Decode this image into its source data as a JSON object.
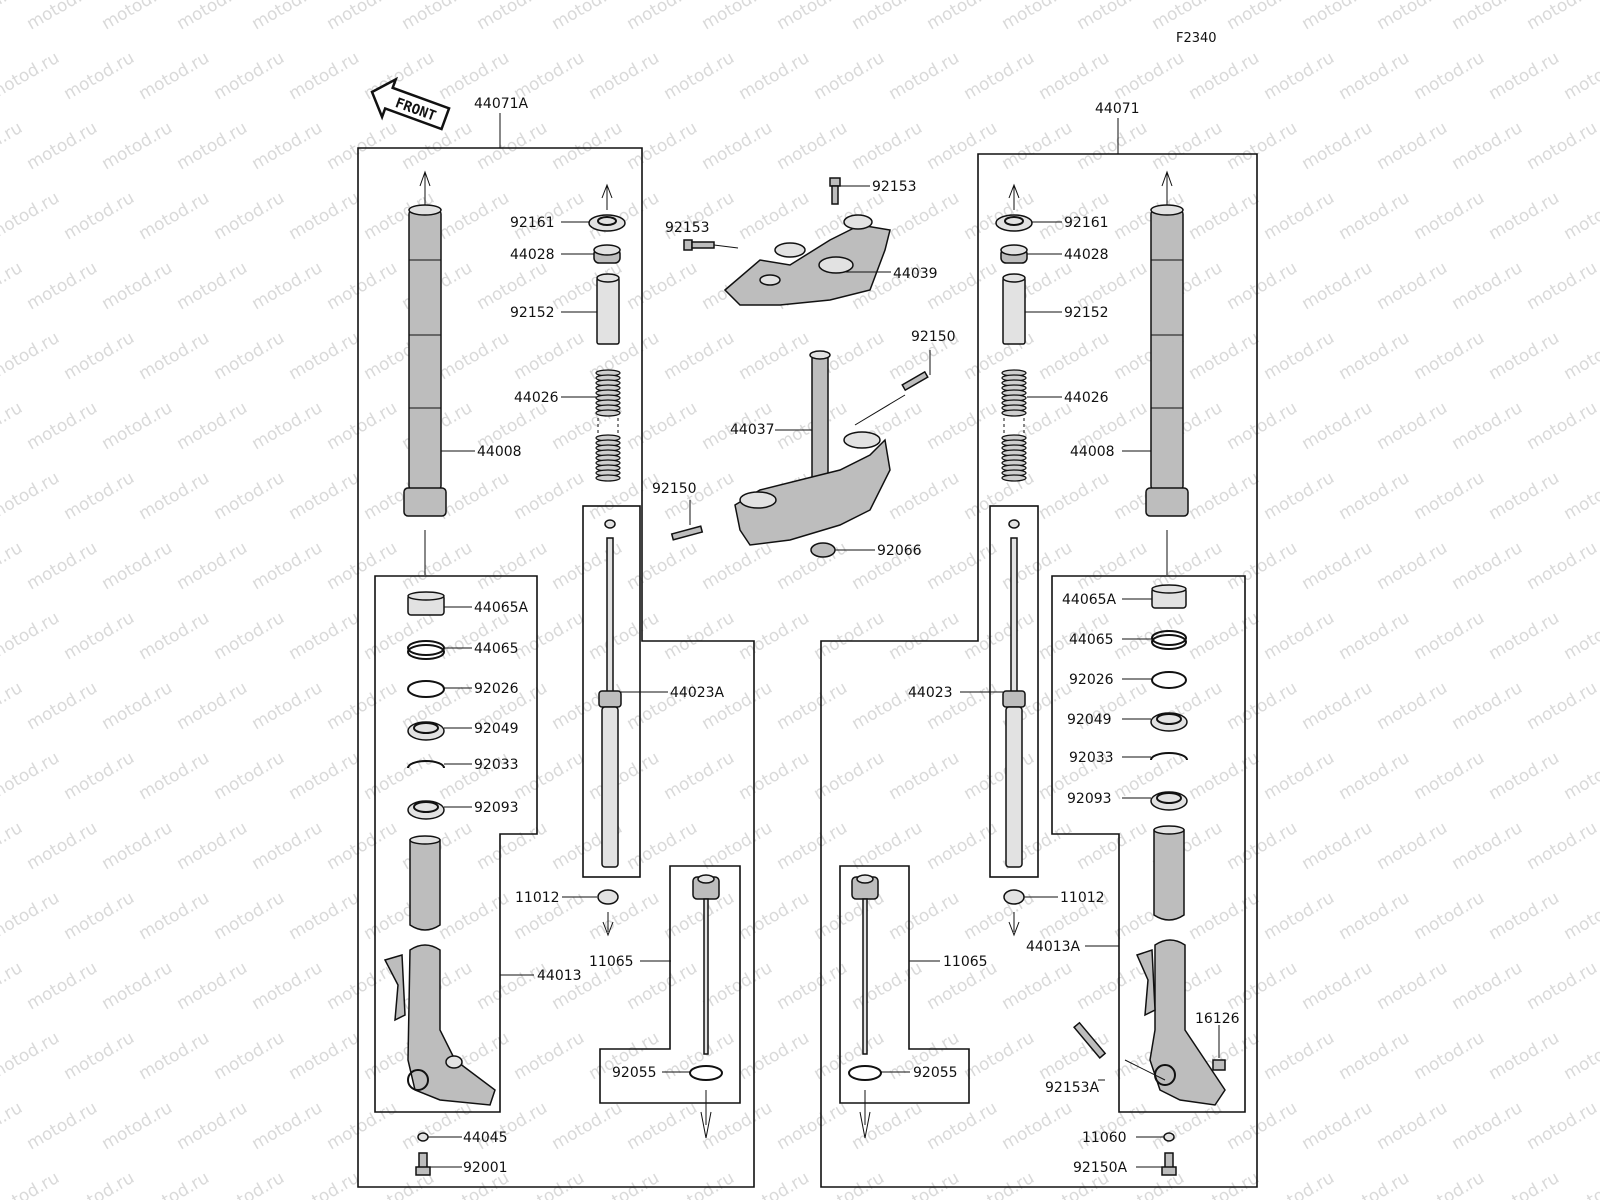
{
  "figure_code": "F2340",
  "front_arrow_label": "FRONT",
  "watermark_text": "motod.ru",
  "colors": {
    "line": "#111111",
    "part_fill": "#bdbdbd",
    "watermark": "#d9d9d9"
  },
  "labels": {
    "left_assembly": "44071A",
    "right_assembly": "44071",
    "l_92161": "92161",
    "l_44028": "44028",
    "l_92152": "92152",
    "l_44026": "44026",
    "l_44008": "44008",
    "l_44065A": "44065A",
    "l_44065": "44065",
    "l_92026": "92026",
    "l_92049": "92049",
    "l_92033": "92033",
    "l_92093": "92093",
    "l_44023A": "44023A",
    "l_11012": "11012",
    "l_11065": "11065",
    "l_44013": "44013",
    "l_92055": "92055",
    "l_44045": "44045",
    "l_92001": "92001",
    "c_92153_top": "92153",
    "c_92153_left": "92153",
    "c_44039": "44039",
    "c_92150_top": "92150",
    "c_44037": "44037",
    "c_92150_left": "92150",
    "c_92066": "92066",
    "r_92161": "92161",
    "r_44028": "44028",
    "r_92152": "92152",
    "r_44026": "44026",
    "r_44008": "44008",
    "r_44065A": "44065A",
    "r_44065": "44065",
    "r_92026": "92026",
    "r_92049": "92049",
    "r_92033": "92033",
    "r_92093": "92093",
    "r_44023": "44023",
    "r_11012": "11012",
    "r_44013A": "44013A",
    "r_11065": "11065",
    "r_16126": "16126",
    "r_92055": "92055",
    "r_92153A": "92153A",
    "r_11060": "11060",
    "r_92150A": "92150A"
  }
}
